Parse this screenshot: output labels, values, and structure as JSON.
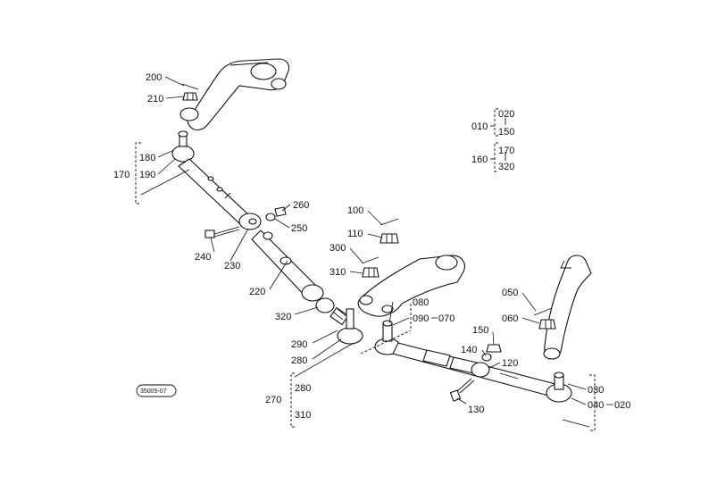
{
  "diagram": {
    "callouts": {
      "p200": "200",
      "p210": "210",
      "p180": "180",
      "p190": "190",
      "p170": "170",
      "p260": "260",
      "p250": "250",
      "p240": "240",
      "p230": "230",
      "p220": "220",
      "p320": "320",
      "p290": "290",
      "p280a": "280",
      "p270": "270",
      "p280b": "280",
      "p310b": "310",
      "p100": "100",
      "p110": "110",
      "p300": "300",
      "p310": "310",
      "p080": "080",
      "p090": "090",
      "p070": "070",
      "p150": "150",
      "p140": "140",
      "p120": "120",
      "p130": "130",
      "p050": "050",
      "p060": "060",
      "p030": "030",
      "p040": "040",
      "p020": "020"
    },
    "legend": {
      "a010": "010",
      "a020": "020",
      "a150": "150",
      "b160": "160",
      "b170": "170",
      "b320": "320"
    },
    "figure_code": "35005-07"
  }
}
